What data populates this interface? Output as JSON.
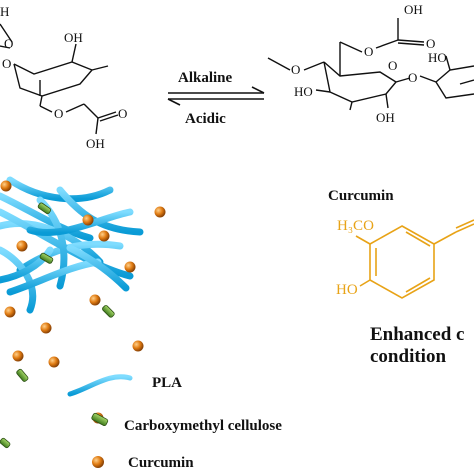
{
  "equilibrium": {
    "forward_label": "Alkaline",
    "reverse_label": "Acidic"
  },
  "left_molecule": {
    "top_h": "H",
    "top_o": "O",
    "oh": "OH",
    "o_ring": "O",
    "o_ether": "O",
    "carbonyl_o": "O",
    "acid_oh": "OH"
  },
  "right_molecule": {
    "acid_oh": "OH",
    "carbonyl_o": "O",
    "ether_o": "O",
    "ring_o": "O",
    "oh_top": "HO",
    "oh_left": "HO",
    "oh_bottom": "OH",
    "glycosidic_o": "O",
    "methoxy_o": "O"
  },
  "curcumin": {
    "name": "Curcumin",
    "methoxy": "H₃CO",
    "hydroxyl": "HO",
    "color": "#e8a317"
  },
  "caption": {
    "line1": "Enhanced c",
    "line2": "condition"
  },
  "legend": {
    "pla": "PLA",
    "cmc": "Carboxymethyl cellulose",
    "curcumin": "Curcumin"
  },
  "colors": {
    "pla": "#1fb5e6",
    "cmc_fill": "#6fae3a",
    "cmc_edge": "#2d5016",
    "curcumin_ball": "#e07b12"
  }
}
